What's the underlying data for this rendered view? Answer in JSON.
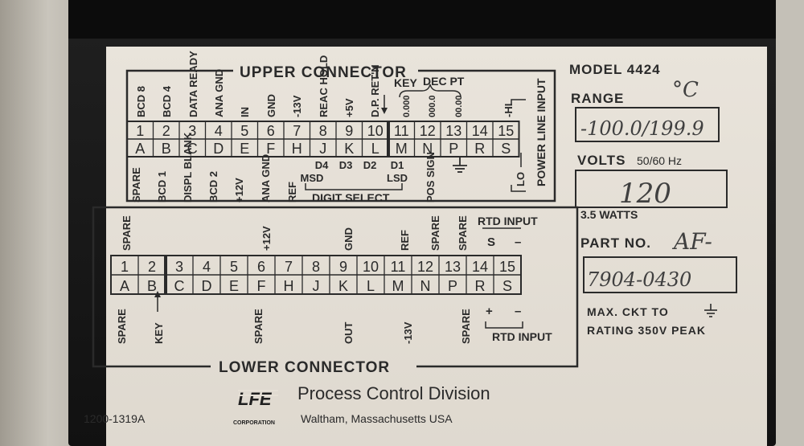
{
  "upper": {
    "title": "UPPER CONNECTOR",
    "top_signals": [
      "BCD 8",
      "BCD 4",
      "DATA READY",
      "ANA GND",
      "IN",
      "GND",
      "-13V",
      "REAC HOLD",
      "+5V",
      "D.P. RET'N",
      "KEY",
      "0.000",
      "000.0",
      "00.00",
      "-HI"
    ],
    "dec_pt": "DEC PT",
    "nums": [
      "1",
      "2",
      "3",
      "4",
      "5",
      "6",
      "7",
      "8",
      "9",
      "10",
      "11",
      "12",
      "13",
      "14",
      "15"
    ],
    "letters": [
      "A",
      "B",
      "C",
      "D",
      "E",
      "F",
      "H",
      "J",
      "K",
      "L",
      "M",
      "N",
      "P",
      "R",
      "S"
    ],
    "bottom_signals": [
      "SPARE",
      "BCD 1",
      "DISPL BLANK",
      "BCD 2",
      "+12V",
      "ANA GND",
      "REF",
      "D4",
      "D3",
      "D2",
      "D1",
      "POS SIGN",
      "LO"
    ],
    "msd": "MSD",
    "lsd": "LSD",
    "digit_select": "DIGIT SELECT",
    "power_line_input": "POWER LINE INPUT"
  },
  "lower": {
    "title": "LOWER CONNECTOR",
    "top_signals": [
      "SPARE",
      "+12V",
      "GND",
      "REF",
      "SPARE",
      "SPARE"
    ],
    "rtd_input_top": "RTD INPUT",
    "rtd_s": "S",
    "rtd_minus": "–",
    "nums": [
      "1",
      "2",
      "3",
      "4",
      "5",
      "6",
      "7",
      "8",
      "9",
      "10",
      "11",
      "12",
      "13",
      "14",
      "15"
    ],
    "letters": [
      "A",
      "B",
      "C",
      "D",
      "E",
      "F",
      "H",
      "J",
      "K",
      "L",
      "M",
      "N",
      "P",
      "R",
      "S"
    ],
    "bottom_signals": [
      "SPARE",
      "KEY",
      "SPARE",
      "OUT",
      "-13V",
      "SPARE"
    ],
    "rtd_plus": "+",
    "rtd_minus2": "–",
    "rtd_input_bottom": "RTD INPUT"
  },
  "side": {
    "model_label": "MODEL 4424",
    "unit_hand": "°C",
    "range_label": "RANGE",
    "range_value": "-100.0/199.9",
    "volts_label": "VOLTS",
    "hz_label": "50/60 Hz",
    "volts_value": "120",
    "watts": "3.5 WATTS",
    "part_label": "PART NO.",
    "part_prefix": "AF-",
    "part_value": "7904-0430",
    "max_ckt": "MAX. CKT TO",
    "rating": "RATING 350V PEAK"
  },
  "footer": {
    "logo_text": "LFE",
    "corporation": "CORPORATION",
    "division": "Process Control Division",
    "location": "Waltham, Massachusetts USA",
    "doc_number": "1200-1319A"
  }
}
